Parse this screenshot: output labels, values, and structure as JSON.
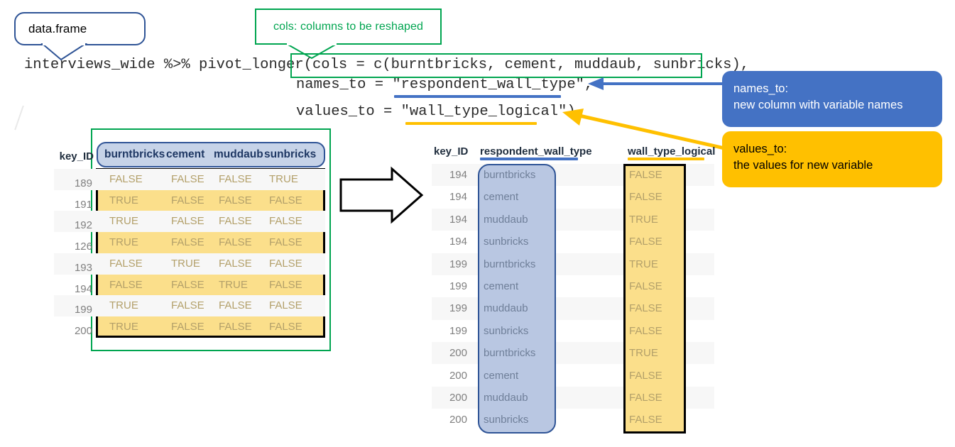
{
  "callouts": {
    "data_frame": "data.frame",
    "cols": "cols: columns to be reshaped"
  },
  "code": {
    "line1": "interviews_wide %>% pivot_longer(cols = c(burntbricks, cement, muddaub, sunbricks),",
    "line2": "names_to = \"respondent_wall_type\",",
    "line3": "values_to = \"wall_type_logical\")"
  },
  "info_boxes": [
    {
      "title": "names_to:",
      "desc": "new column with variable names",
      "color": "#4472c4"
    },
    {
      "title": "values_to:",
      "desc": "the values for new variable",
      "color": "#ffc000"
    }
  ],
  "wide_table": {
    "key_header": "key_ID",
    "columns": [
      "burntbricks",
      "cement",
      "muddaub",
      "sunbricks"
    ],
    "rows": [
      {
        "key_ID": "189",
        "values": [
          "FALSE",
          "FALSE",
          "FALSE",
          "TRUE"
        ]
      },
      {
        "key_ID": "191",
        "values": [
          "TRUE",
          "FALSE",
          "FALSE",
          "FALSE"
        ]
      },
      {
        "key_ID": "192",
        "values": [
          "TRUE",
          "FALSE",
          "FALSE",
          "FALSE"
        ]
      },
      {
        "key_ID": "126",
        "values": [
          "TRUE",
          "FALSE",
          "FALSE",
          "FALSE"
        ]
      },
      {
        "key_ID": "193",
        "values": [
          "FALSE",
          "TRUE",
          "FALSE",
          "FALSE"
        ]
      },
      {
        "key_ID": "194",
        "values": [
          "FALSE",
          "FALSE",
          "TRUE",
          "FALSE"
        ]
      },
      {
        "key_ID": "199",
        "values": [
          "TRUE",
          "FALSE",
          "FALSE",
          "FALSE"
        ]
      },
      {
        "key_ID": "200",
        "values": [
          "TRUE",
          "FALSE",
          "FALSE",
          "FALSE"
        ]
      }
    ]
  },
  "long_table": {
    "key_header": "key_ID",
    "name_header": "respondent_wall_type",
    "value_header": "wall_type_logical",
    "rows": [
      {
        "key_ID": "194",
        "name": "burntbricks",
        "value": "FALSE"
      },
      {
        "key_ID": "194",
        "name": "cement",
        "value": "FALSE"
      },
      {
        "key_ID": "194",
        "name": "muddaub",
        "value": "TRUE"
      },
      {
        "key_ID": "194",
        "name": "sunbricks",
        "value": "FALSE"
      },
      {
        "key_ID": "199",
        "name": "burntbricks",
        "value": "TRUE"
      },
      {
        "key_ID": "199",
        "name": "cement",
        "value": "FALSE"
      },
      {
        "key_ID": "199",
        "name": "muddaub",
        "value": "FALSE"
      },
      {
        "key_ID": "199",
        "name": "sunbricks",
        "value": "FALSE"
      },
      {
        "key_ID": "200",
        "name": "burntbricks",
        "value": "TRUE"
      },
      {
        "key_ID": "200",
        "name": "cement",
        "value": "FALSE"
      },
      {
        "key_ID": "200",
        "name": "muddaub",
        "value": "FALSE"
      },
      {
        "key_ID": "200",
        "name": "sunbricks",
        "value": "FALSE"
      }
    ]
  },
  "colors": {
    "green": "#00a550",
    "dark_blue": "#2f5496",
    "blue_accent": "#4472c4",
    "yellow_accent": "#ffc000",
    "header_fill": "#c6d3e8",
    "cell_yellow": "#fbdf8b",
    "cell_blue": "#b9c7e2"
  },
  "icons": {
    "transform_arrow": "block-arrow-right-icon",
    "names_arrow": "arrow-left-blue-icon",
    "values_arrow": "arrow-diagonal-yellow-icon"
  }
}
